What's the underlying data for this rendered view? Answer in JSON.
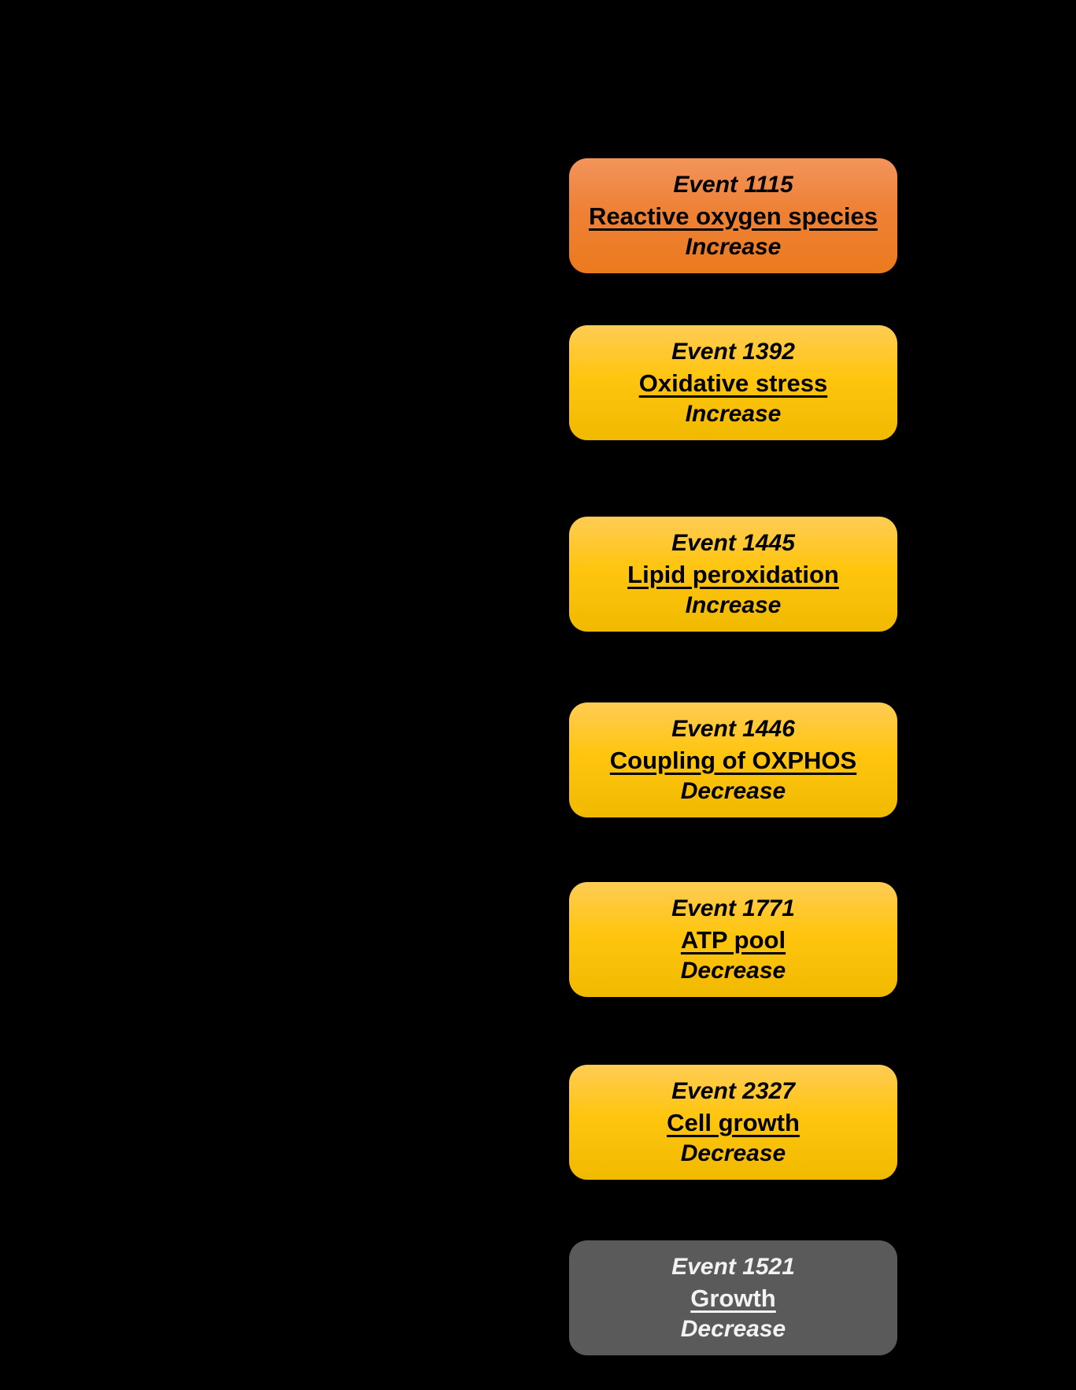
{
  "background_color": "#000000",
  "diagram": {
    "type": "adverse-outcome-pathway-event-chain",
    "nodes": [
      {
        "event_label": "Event 1115",
        "name": "Reactive oxygen species",
        "direction": "Increase",
        "fill_top": "#F2945C",
        "fill_bottom": "#EC7A1E",
        "text_color": "#000000",
        "style": "orange"
      },
      {
        "event_label": "Event 1392",
        "name": "Oxidative stress",
        "direction": "Increase",
        "fill_top": "#FFCC55",
        "fill_bottom": "#F0BA00",
        "text_color": "#000000",
        "style": "yellow"
      },
      {
        "event_label": "Event 1445",
        "name": "Lipid peroxidation",
        "direction": "Increase",
        "fill_top": "#FFCC55",
        "fill_bottom": "#F0BA00",
        "text_color": "#000000",
        "style": "yellow"
      },
      {
        "event_label": "Event 1446",
        "name": "Coupling of OXPHOS",
        "direction": "Decrease",
        "fill_top": "#FFCC55",
        "fill_bottom": "#F0BA00",
        "text_color": "#000000",
        "style": "yellow"
      },
      {
        "event_label": "Event 1771",
        "name": "ATP pool",
        "direction": "Decrease",
        "fill_top": "#FFCC55",
        "fill_bottom": "#F0BA00",
        "text_color": "#000000",
        "style": "yellow"
      },
      {
        "event_label": "Event 2327",
        "name": "Cell growth",
        "direction": "Decrease",
        "fill_top": "#FFCC55",
        "fill_bottom": "#F0BA00",
        "text_color": "#000000",
        "style": "yellow"
      },
      {
        "event_label": "Event 1521",
        "name": "Growth",
        "direction": "Decrease",
        "fill_top": "#5A5A5A",
        "fill_bottom": "#5A5A5A",
        "text_color": "#F2F2F2",
        "style": "gray"
      }
    ]
  }
}
